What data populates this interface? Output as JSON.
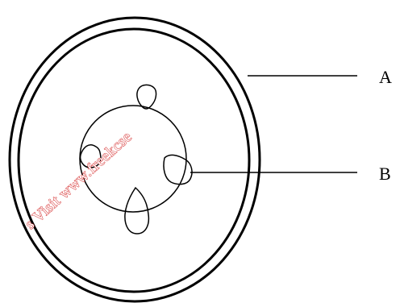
{
  "labels": {
    "a": "A",
    "b": "B"
  },
  "watermark": {
    "text": "s Visit www.freekcse"
  },
  "colors": {
    "stroke": "#000000",
    "watermark": "#d42a2a"
  }
}
